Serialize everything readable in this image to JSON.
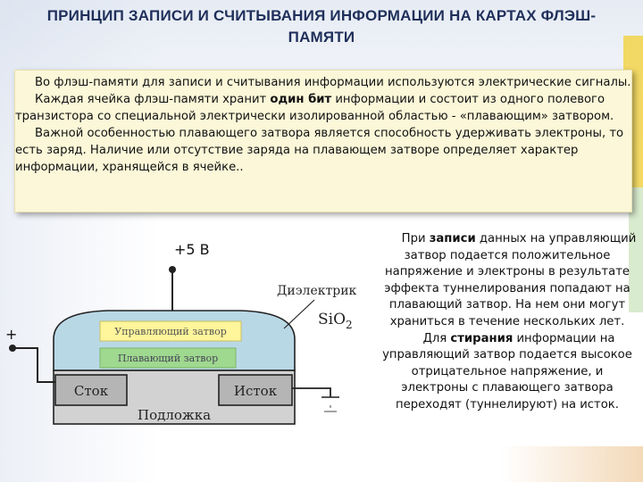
{
  "title": "ПРИНЦИП ЗАПИСИ И СЧИТЫВАНИЯ ИНФОРМАЦИИ НА КАРТАХ ФЛЭШ-ПАМЯТИ",
  "textbox": {
    "p1": "Во флэш-памяти для записи и считывания информации используются электрические сигналы.",
    "p2_before": "Каждая ячейка флэш-памяти хранит ",
    "p2_bold": "один бит",
    "p2_after": " информации и состоит из одного полевого транзистора со специальной электрически изолированной областью - «плавающим» затвором.",
    "p3": "Важной особенностью плавающего затвора является способность удерживать электроны, то есть заряд. Наличие или отсутствие заряда на плавающем затворе определяет характер информации, хранящейся в ячейке.."
  },
  "right_text": {
    "p1_before": "При ",
    "p1_bold": "записи",
    "p1_after": " данных на управляющий затвор подается положительное напряжение и электроны в результате эффекта туннелирования попадают на плавающий затвор. На нем они могут храниться в течение нескольких лет.",
    "p2_before": "Для ",
    "p2_bold": "стирания",
    "p2_after": " информации на управляющий затвор подается высокое отрицательное напряжение, и электроны с плавающего затвора переходят (туннелируют) на исток."
  },
  "diagram": {
    "voltage_label": "+5 В",
    "plus_label": "+",
    "dielectric_label": "Диэлектрик",
    "sio2_main": "SiO",
    "sio2_sub": "2",
    "control_gate_label": "Управляющий затвор",
    "floating_gate_label": "Плавающий затвор",
    "drain_label": "Сток",
    "source_label": "Исток",
    "substrate_label": "Подложка",
    "colors": {
      "dielectric": "#b9d8e6",
      "control_gate": "#fff59a",
      "floating_gate": "#9fd88f",
      "drain_source": "#b5b5b5",
      "substrate": "#d2d2d2"
    }
  }
}
